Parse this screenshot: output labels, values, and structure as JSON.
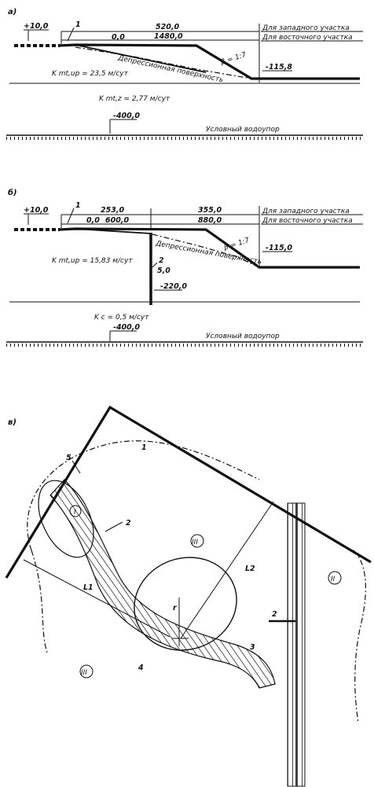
{
  "panel_a": {
    "label": "а)",
    "elev_top": "+10,0",
    "marker_1": "1",
    "dist_west": "520,0",
    "dist_east": "1480,0",
    "zero_level": "0,0",
    "west_section": "Для западного участка",
    "east_section": "Для восточного участка",
    "depression_surface": "Депрессионная поверхность",
    "slope": "β = 1:7",
    "bottom_elev": "-115,8",
    "k_upper": "K mt,up = 23,5 м/сут",
    "k_lower": "K mt,z = 2,77 м/сут",
    "aquitard_elev": "-400,0",
    "aquitard": "Условный водоупор"
  },
  "panel_b": {
    "label": "б)",
    "elev_top": "+10,0",
    "marker_1": "1",
    "dist_west_1": "253,0",
    "dist_west_2": "355,0",
    "dist_east_1": "600,0",
    "dist_east_2": "880,0",
    "zero_level": "0,0",
    "west_section": "Для западного участка",
    "east_section": "Для восточного участка",
    "depression_surface": "Депрессионная поверхность",
    "slope": "β = 1:7",
    "bottom_elev": "-115,0",
    "k_upper": "K mt,up = 15,83 м/сут",
    "marker_2": "2",
    "depth_5": "5,0",
    "wall_elev": "-220,0",
    "k_lower": "K c = 0,5 м/сут",
    "aquitard_elev": "-400,0",
    "aquitard": "Условный водоупор"
  },
  "panel_c": {
    "label": "в)",
    "zone_I": "I",
    "zone_II": "II",
    "zone_III_a": "III",
    "zone_III_b": "III",
    "callout_1": "1",
    "callout_2": "2",
    "callout_2b": "2",
    "callout_3": "3",
    "callout_4": "4",
    "callout_5": "5",
    "dist_L1": "L1",
    "dist_L2": "L2",
    "radius_r": "r"
  }
}
